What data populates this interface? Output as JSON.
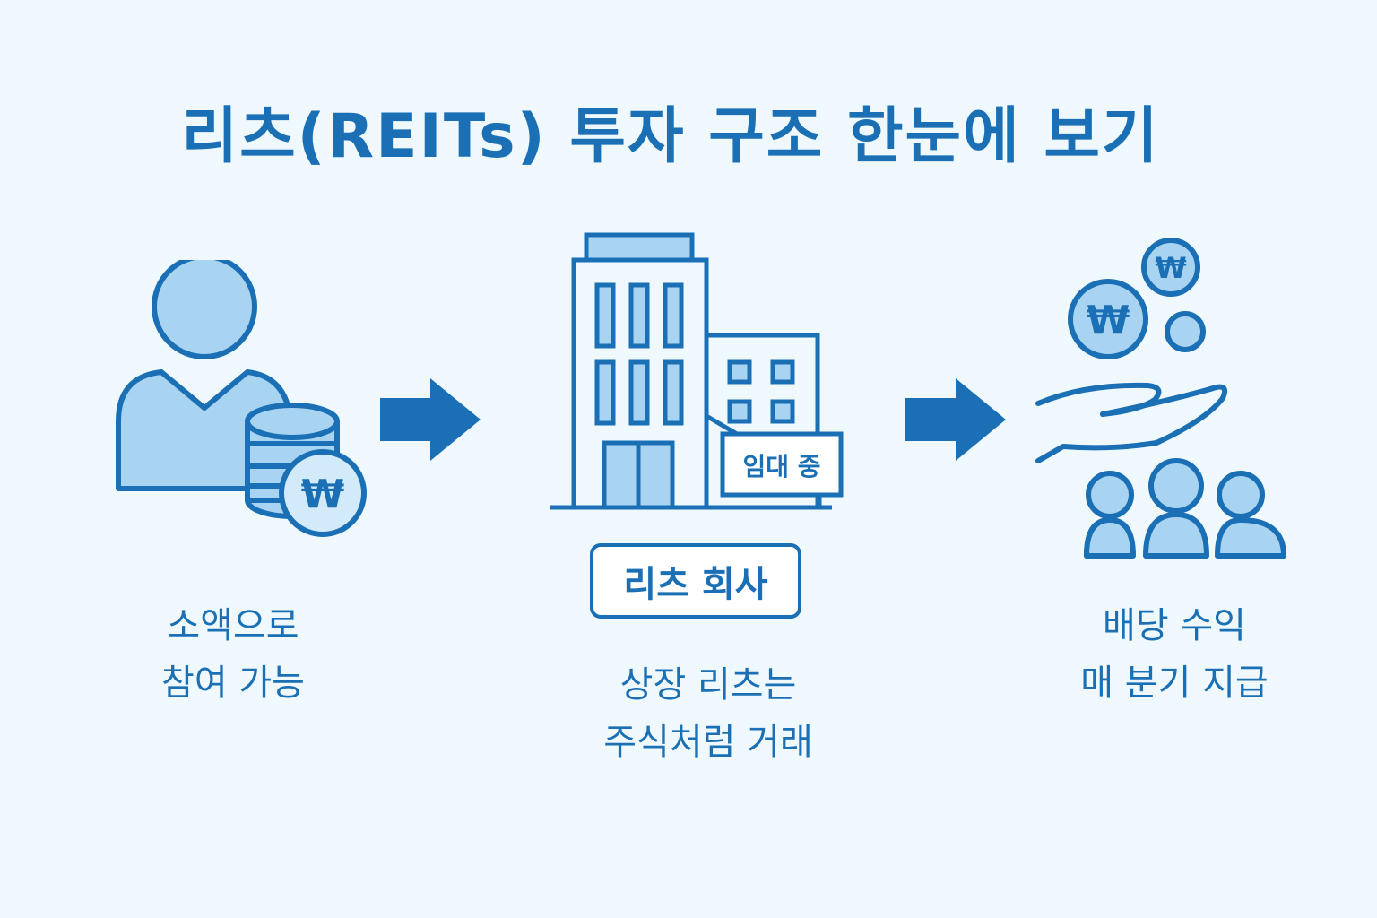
{
  "title": "리츠(REITs) 투자 구조 한눈에 보기",
  "colors": {
    "background": "#eef8fd",
    "primary": "#1a6fb5",
    "fill": "#a8d4f2"
  },
  "steps": [
    {
      "icon": "investor-with-coins-icon",
      "caption_lines": [
        "소액으로",
        "참여 가능"
      ]
    },
    {
      "icon": "reit-building-icon",
      "sign": "임대 중",
      "badge": "리츠 회사",
      "caption_lines": [
        "상장 리츠는",
        "주식처럼 거래"
      ]
    },
    {
      "icon": "dividend-hand-people-icon",
      "caption_lines": [
        "배당 수익",
        "매 분기 지급"
      ]
    }
  ],
  "coin_symbol": "₩"
}
